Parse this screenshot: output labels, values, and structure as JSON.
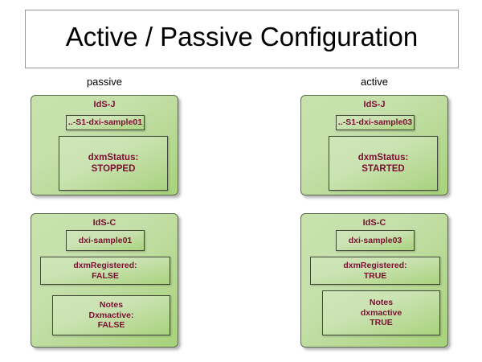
{
  "title": "Active / Passive Configuration",
  "colors": {
    "text_maroon": "#7b0f32",
    "group_border": "#5a6b4e",
    "inner_border": "#404a36",
    "green_light": "#c8e2ae",
    "green_dark": "#a8d27c",
    "title_border": "#9a9a9a",
    "title_text": "#000000"
  },
  "columns": {
    "left": {
      "caption": "passive"
    },
    "right": {
      "caption": "active"
    }
  },
  "groups": {
    "j_left": {
      "title": "IdS-J",
      "name_box": "..-S1-dxi-sample01",
      "status_box": {
        "line1": "dxmStatus:",
        "line2": "STOPPED"
      }
    },
    "j_right": {
      "title": "IdS-J",
      "name_box": "..-S1-dxi-sample03",
      "status_box": {
        "line1": "dxmStatus:",
        "line2": "STARTED"
      }
    },
    "c_left": {
      "title": "IdS-C",
      "name_box": "dxi-sample01",
      "registered_box": {
        "line1": "dxmRegistered:",
        "line2": "FALSE"
      },
      "notes_box": {
        "line1": "Notes",
        "line2": "Dxmactive:",
        "line3": "FALSE"
      }
    },
    "c_right": {
      "title": "IdS-C",
      "name_box": "dxi-sample03",
      "registered_box": {
        "line1": "dxmRegistered:",
        "line2": "TRUE"
      },
      "notes_box": {
        "line1": "Notes",
        "line2": "dxmactive",
        "line3": "TRUE"
      }
    }
  }
}
